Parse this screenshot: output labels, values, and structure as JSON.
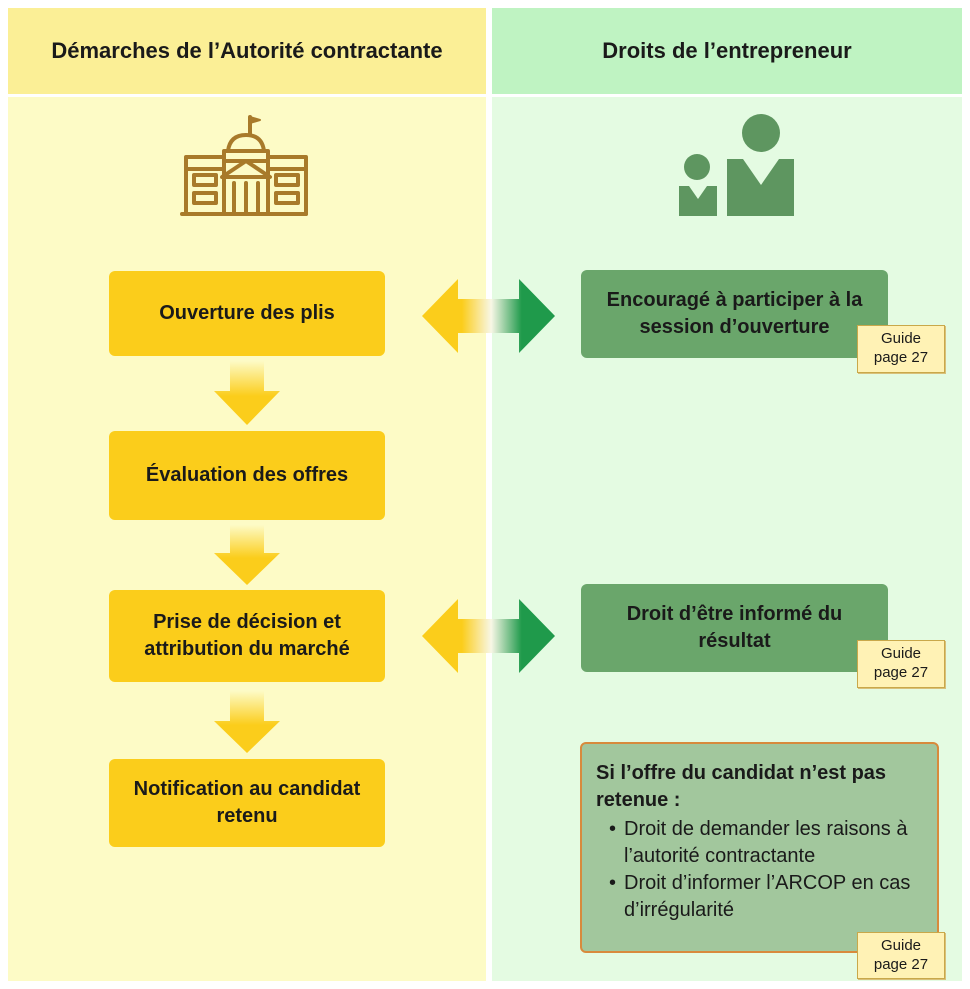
{
  "headers": {
    "left": "Démarches de l’Autorité contractante",
    "right": "Droits de l’entrepreneur"
  },
  "icons": {
    "left": "government-building-icon",
    "right": "people-icon"
  },
  "steps": [
    {
      "label": "Ouverture des plis"
    },
    {
      "label": "Évaluation des offres"
    },
    {
      "label": "Prise de décision et attribution du marché"
    },
    {
      "label": "Notification au candidat retenu"
    }
  ],
  "rights": [
    {
      "text": "Encouragé à participer à la session d’ouverture",
      "guide": [
        "Guide",
        "page 27"
      ]
    },
    {
      "text": "Droit d’être informé du résultat",
      "guide": [
        "Guide",
        "page 27"
      ]
    }
  ],
  "rejected": {
    "title": "Si l’offre du candidat n’est pas retenue :",
    "items": [
      "Droit de demander les raisons à l’autorité contractante",
      "Droit d’informer l’ARCOP en cas d’irrégularité"
    ],
    "guide": [
      "Guide",
      "page 27"
    ]
  },
  "colors": {
    "header_left": "#fbef96",
    "header_right": "#bff3c2",
    "column_left": "#fdfbc6",
    "column_right": "#e4fbe2",
    "step_yellow": "#fbcd1b",
    "right_green": "#6aa66b",
    "icon_gold": "#a87a2a",
    "icon_green": "#5e9660",
    "arrow_green": "#1f9a4b"
  }
}
